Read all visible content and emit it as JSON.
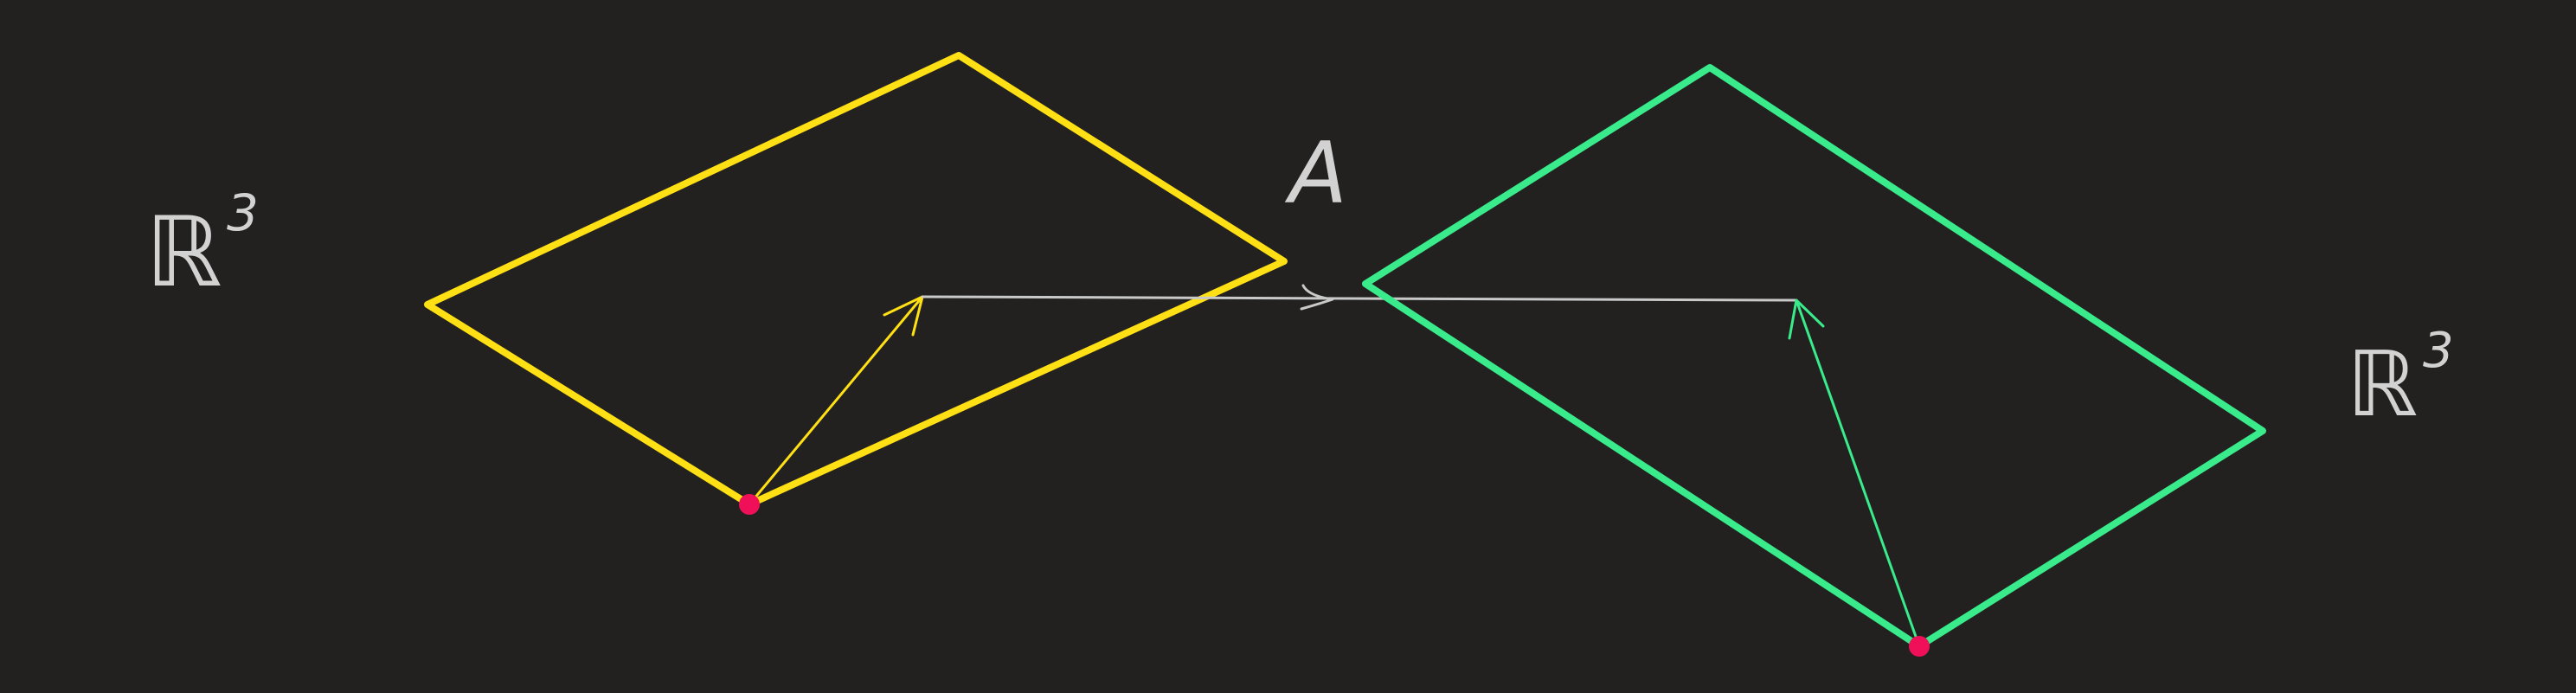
{
  "labels": {
    "left_space": "ℝ",
    "left_space_exponent": "3",
    "transform": "A",
    "right_space": "ℝ",
    "right_space_exponent": "3"
  },
  "colors": {
    "background": "#222120",
    "left_plane": "#FFE015",
    "right_plane": "#3AEB8C",
    "mapping_arrow": "#C9C9C9",
    "origin_point": "#F0105A",
    "label_text": "#D2D2D2"
  }
}
